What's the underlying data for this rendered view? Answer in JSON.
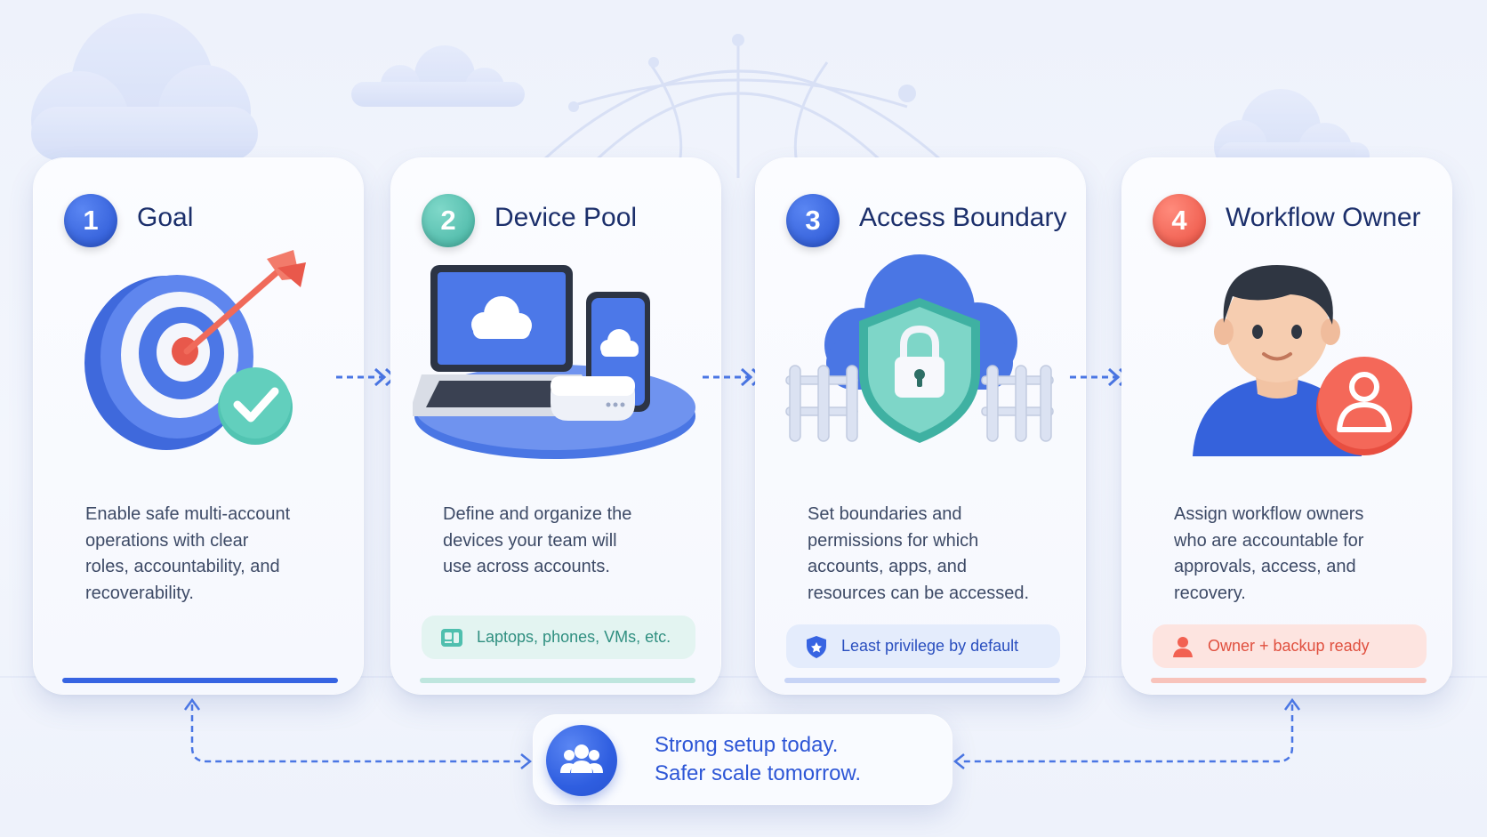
{
  "cards": [
    {
      "number": "1",
      "title": "Goal",
      "description": "Enable safe multi-account\noperations with clear\nroles, accountability, and\nrecoverability.",
      "tag": "",
      "color": "#2f5ee0",
      "bar_color": "#3764e2"
    },
    {
      "number": "2",
      "title": "Device Pool",
      "description": "Define and organize the\ndevices your team will\nuse across accounts.",
      "tag": "Laptops, phones, VMs, etc.",
      "color": "#4fbfae",
      "bar_color": "#bfe6de"
    },
    {
      "number": "3",
      "title": "Access Boundary",
      "description": "Set boundaries and\npermissions for which\naccounts, apps, and\nresources can be accessed.",
      "tag": "Least privilege by default",
      "color": "#2f5ee0",
      "bar_color": "#c7d4f6"
    },
    {
      "number": "4",
      "title": "Workflow Owner",
      "description": "Assign workflow owners\nwho are accountable for\napprovals, access, and\nrecovery.",
      "tag": "Owner + backup ready",
      "color": "#f26152",
      "bar_color": "#f8c3bb"
    }
  ],
  "bottom": {
    "line1": "Strong setup today.",
    "line2": "Safer scale tomorrow."
  },
  "icons": [
    "target-icon",
    "check-icon",
    "laptop-icon",
    "phone-icon",
    "cloud-icon",
    "router-icon",
    "device-icon",
    "shield-lock-icon",
    "fence-icon",
    "person-icon",
    "user-badge-icon",
    "team-icon"
  ]
}
